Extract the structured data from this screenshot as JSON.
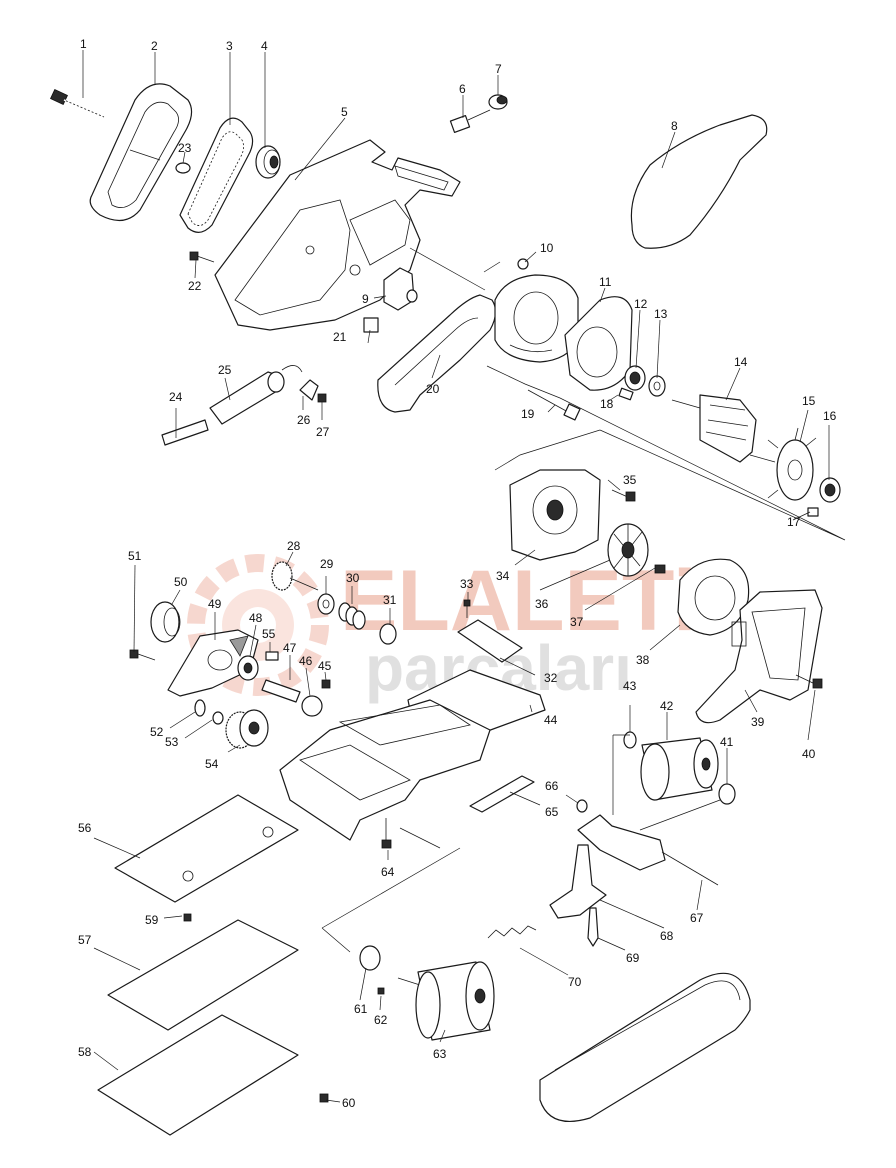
{
  "colors": {
    "line": "#1a1a1a",
    "watermark_red": "#e8a08a",
    "watermark_grey": "#c8c8c8"
  },
  "watermark": {
    "line1": "ELALETi",
    "line2": "parçaları"
  },
  "part_numbers": [
    "1",
    "2",
    "3",
    "4",
    "5",
    "6",
    "7",
    "8",
    "9",
    "10",
    "11",
    "12",
    "13",
    "14",
    "15",
    "16",
    "17",
    "18",
    "19",
    "20",
    "21",
    "22",
    "23",
    "24",
    "25",
    "26",
    "27",
    "28",
    "29",
    "30",
    "31",
    "32",
    "33",
    "34",
    "35",
    "36",
    "37",
    "38",
    "39",
    "40",
    "41",
    "42",
    "43",
    "44",
    "45",
    "46",
    "47",
    "48",
    "49",
    "50",
    "51",
    "52",
    "53",
    "54",
    "55",
    "56",
    "57",
    "58",
    "59",
    "60",
    "61",
    "62",
    "63",
    "64",
    "65",
    "66",
    "67",
    "68",
    "69",
    "70"
  ]
}
